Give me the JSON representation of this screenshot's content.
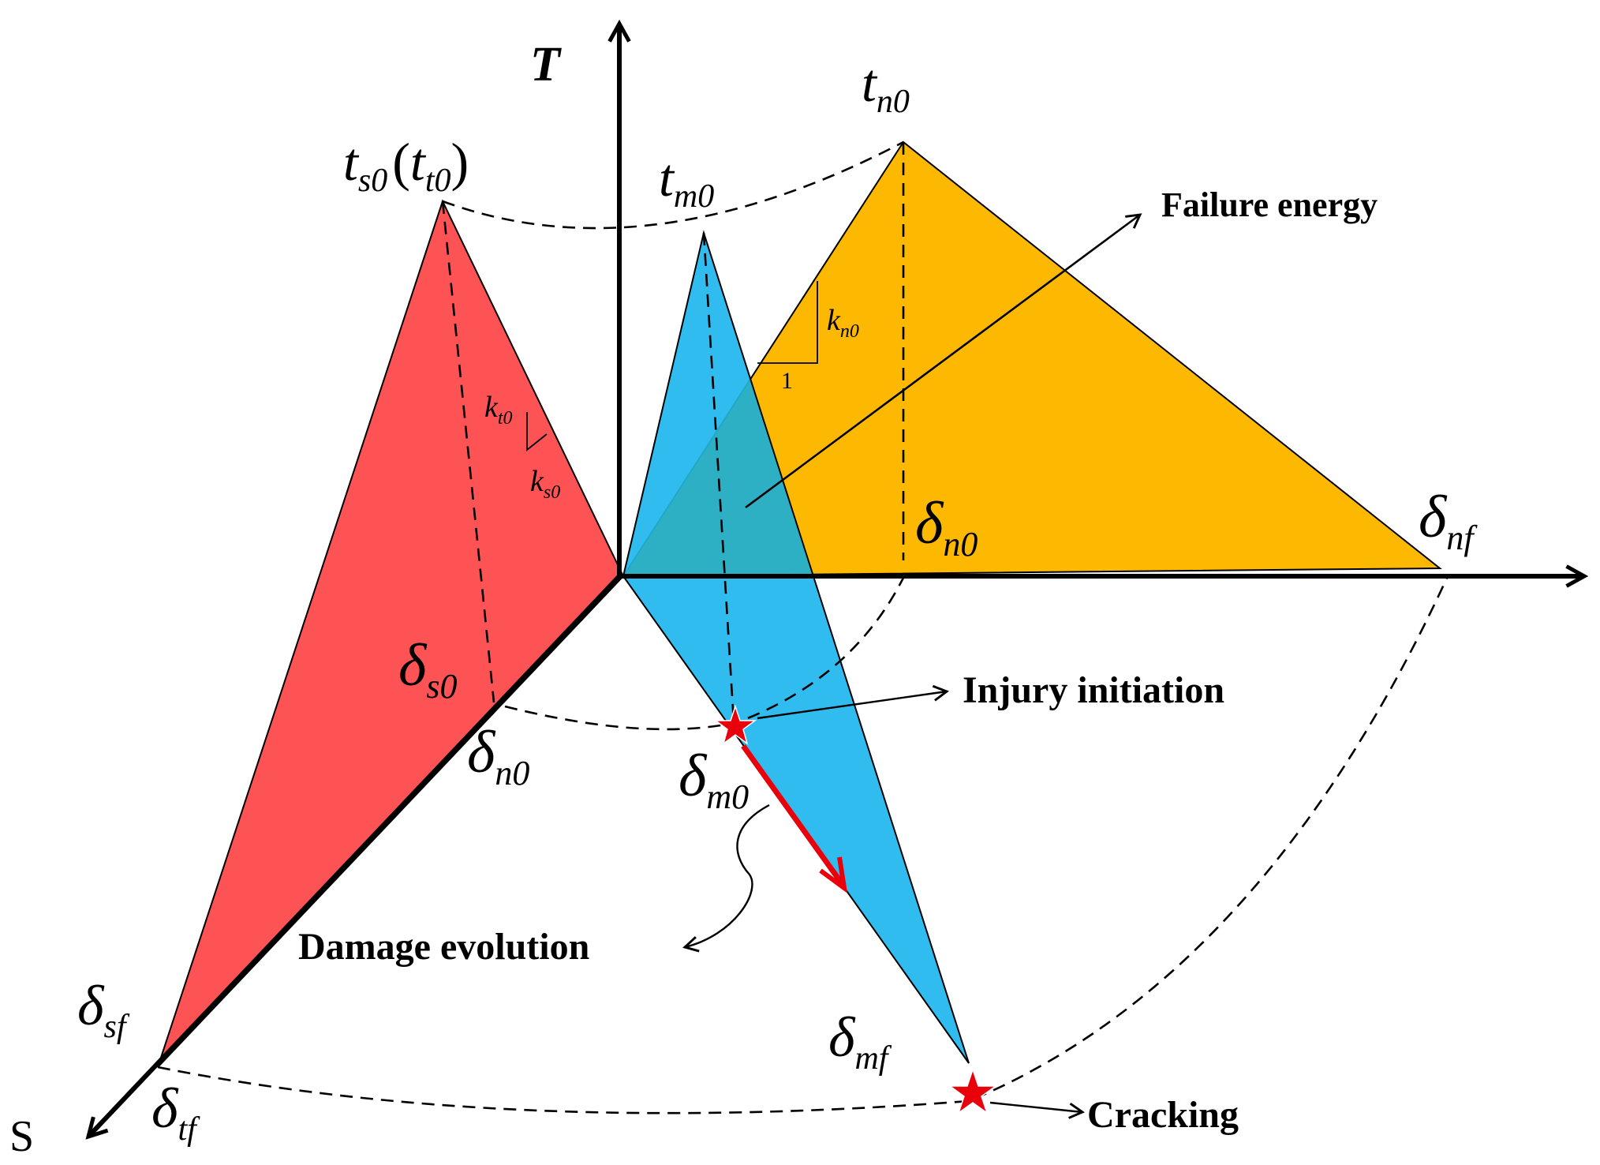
{
  "axes": {
    "t_axis": "T",
    "s_axis": "S"
  },
  "peaks": {
    "ts0": {
      "base": "t",
      "sub": "s0"
    },
    "tt0": {
      "base": "t",
      "sub": "t0"
    },
    "tm0": {
      "base": "t",
      "sub": "m0"
    },
    "tn0": {
      "base": "t",
      "sub": "n0"
    }
  },
  "stiffness": {
    "kt0": {
      "base": "k",
      "sub": "t0"
    },
    "ks0": {
      "base": "k",
      "sub": "s0"
    },
    "kn0": {
      "base": "k",
      "sub": "n0"
    },
    "slope_unit": "1"
  },
  "separations": {
    "dn0_right": {
      "base": "δ",
      "sub": "n0"
    },
    "dnf": {
      "base": "δ",
      "sub": "nf"
    },
    "ds0": {
      "base": "δ",
      "sub": "s0"
    },
    "dn0_left": {
      "base": "δ",
      "sub": "n0"
    },
    "dm0": {
      "base": "δ",
      "sub": "m0"
    },
    "dsf": {
      "base": "δ",
      "sub": "sf"
    },
    "dmf": {
      "base": "δ",
      "sub": "mf"
    },
    "dtf": {
      "base": "δ",
      "sub": "tf"
    }
  },
  "annotations": {
    "failure_energy": "Failure energy",
    "injury_initiation": "Injury initiation",
    "damage_evolution": "Damage evolution",
    "cracking": "Cracking"
  },
  "colors": {
    "shear_fill": "#fe5355",
    "mixed_fill": "#1eb6ee",
    "normal_fill": "#fdb902",
    "marker": "#e8000b",
    "line": "#000000"
  }
}
